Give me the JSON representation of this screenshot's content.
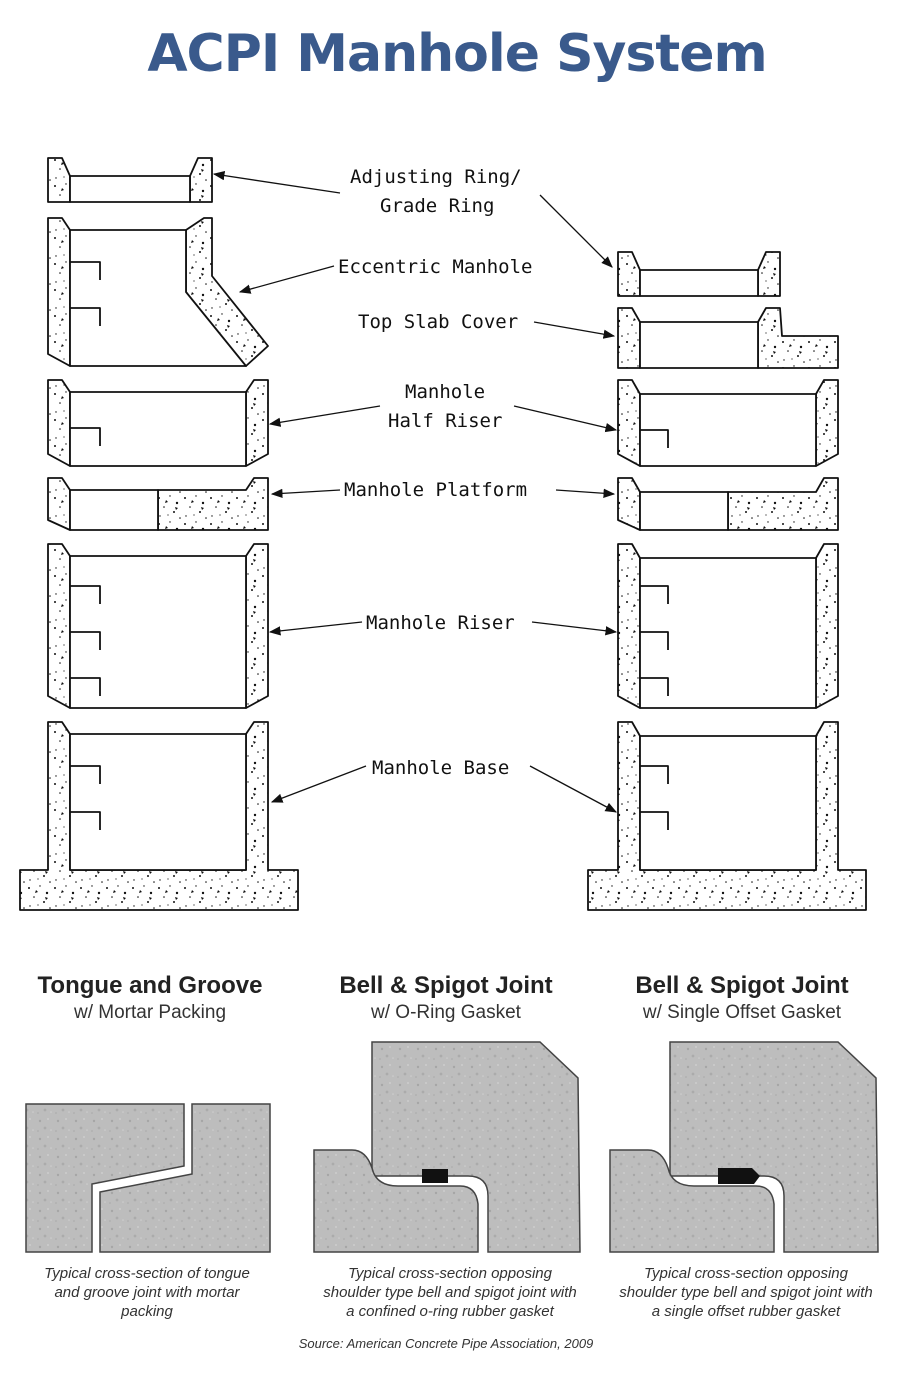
{
  "title": "ACPI Manhole System",
  "components": {
    "adjusting_ring": [
      "Adjusting Ring/",
      "Grade Ring"
    ],
    "eccentric_manhole": "Eccentric Manhole",
    "top_slab_cover": "Top Slab Cover",
    "half_riser": [
      "Manhole",
      "Half Riser"
    ],
    "platform": "Manhole Platform",
    "riser": "Manhole Riser",
    "base": "Manhole Base"
  },
  "joints": [
    {
      "title": "Tongue and Groove",
      "subtitle": "w/ Mortar Packing",
      "caption": [
        "Typical cross-section of tongue",
        "and groove joint with mortar",
        "packing"
      ]
    },
    {
      "title": "Bell & Spigot Joint",
      "subtitle": "w/ O-Ring Gasket",
      "caption": [
        "Typical cross-section opposing",
        "shoulder type bell and spigot joint with",
        "a confined o-ring rubber gasket"
      ]
    },
    {
      "title": "Bell & Spigot Joint",
      "subtitle": "w/ Single Offset Gasket",
      "caption": [
        "Typical cross-section opposing",
        "shoulder type bell and spigot joint with",
        "a single offset rubber gasket"
      ]
    }
  ],
  "source": "Source: American Concrete Pipe Association, 2009",
  "colors": {
    "title": "#3a5a8c",
    "concrete_fill": "#b9b9b9",
    "line": "#111111"
  }
}
